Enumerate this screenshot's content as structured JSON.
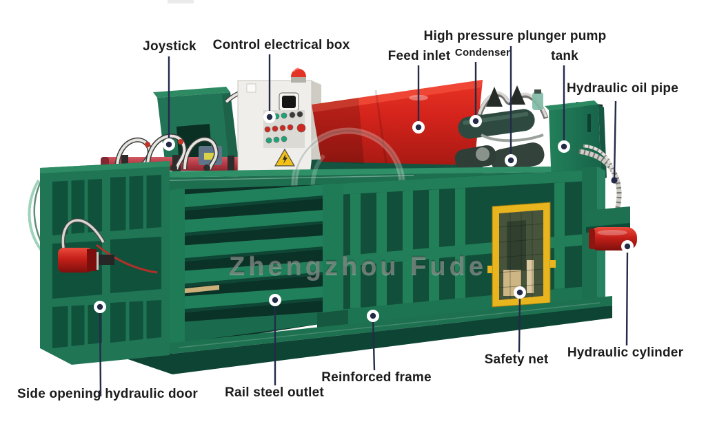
{
  "diagram_title": "",
  "watermark": {
    "text": "Zhengzhou Fude"
  },
  "callouts": [
    {
      "id": "joystick",
      "label": "Joystick"
    },
    {
      "id": "control-electrical-box",
      "label": "Control electrical box"
    },
    {
      "id": "feed-inlet",
      "label": "Feed inlet"
    },
    {
      "id": "condenser",
      "label": "Condenser"
    },
    {
      "id": "high-pressure-plunger-pump",
      "label": "High pressure plunger pump"
    },
    {
      "id": "tank",
      "label": "tank"
    },
    {
      "id": "hydraulic-oil-pipe",
      "label": "Hydraulic oil pipe"
    },
    {
      "id": "hydraulic-cylinder",
      "label": "Hydraulic cylinder"
    },
    {
      "id": "safety-net",
      "label": "Safety net"
    },
    {
      "id": "reinforced-frame",
      "label": "Reinforced frame"
    },
    {
      "id": "rail-steel-outlet",
      "label": "Rail steel outlet"
    },
    {
      "id": "side-opening-hydraulic-door",
      "label": "Side opening hydraulic door"
    }
  ],
  "colors": {
    "machine_green": "#1e7a56",
    "machine_green_dark": "#11503c",
    "machine_green_light": "#2d8c64",
    "accent_red": "#d6231d",
    "safety_yellow": "#e9b51e",
    "control_box_gray": "#efeeea",
    "label_text": "#1b1b1b",
    "leader_line": "#232b49"
  }
}
